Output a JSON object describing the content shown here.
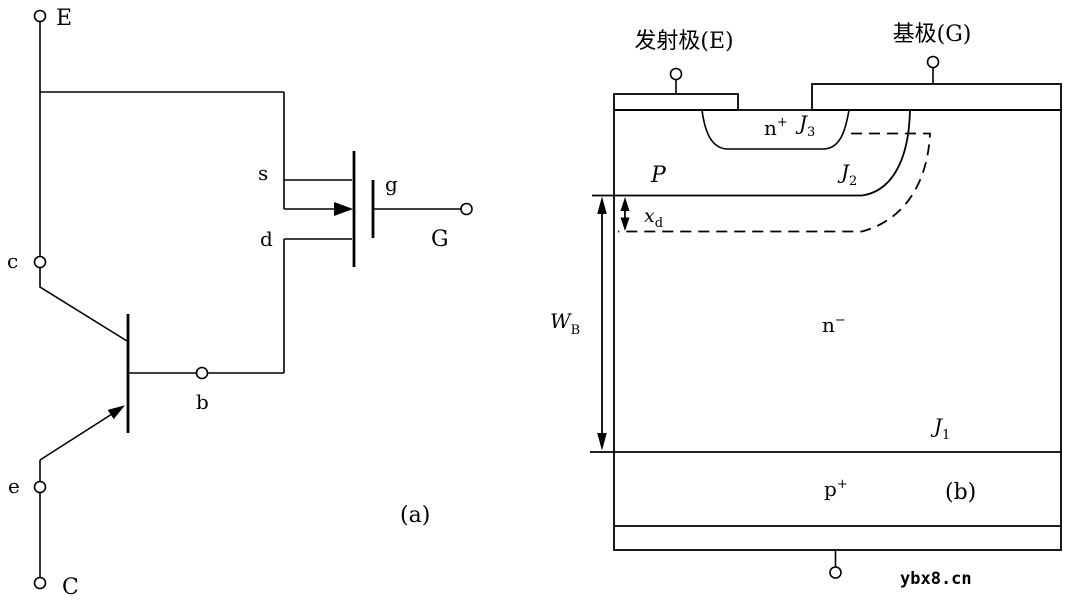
{
  "panel_a": {
    "caption": "(a)",
    "terminals": {
      "emitter": "E",
      "collector_internal": "c",
      "base_node": "b",
      "emitter_internal": "e",
      "collector": "C",
      "gate": "G"
    },
    "mosfet": {
      "source": "s",
      "drain": "d",
      "gate": "g"
    }
  },
  "panel_b": {
    "caption": "(b)",
    "electrodes": {
      "emitter": "发射极(E)",
      "gate": "基极(G)"
    },
    "regions": {
      "n_plus": {
        "base": "n",
        "script": "+"
      },
      "p_base": "P",
      "n_drift": {
        "base": "n",
        "script": "−"
      },
      "p_plus": {
        "base": "p",
        "script": "+"
      }
    },
    "junctions": {
      "j1": {
        "base": "J",
        "script": "1"
      },
      "j2": {
        "base": "J",
        "script": "2"
      },
      "j3": {
        "base": "J",
        "script": "3"
      }
    },
    "dimensions": {
      "base_width": {
        "base": "W",
        "script": "B"
      },
      "depletion_depth": {
        "base": "x",
        "script": "d"
      }
    },
    "watermark": "ybx8.cn"
  }
}
